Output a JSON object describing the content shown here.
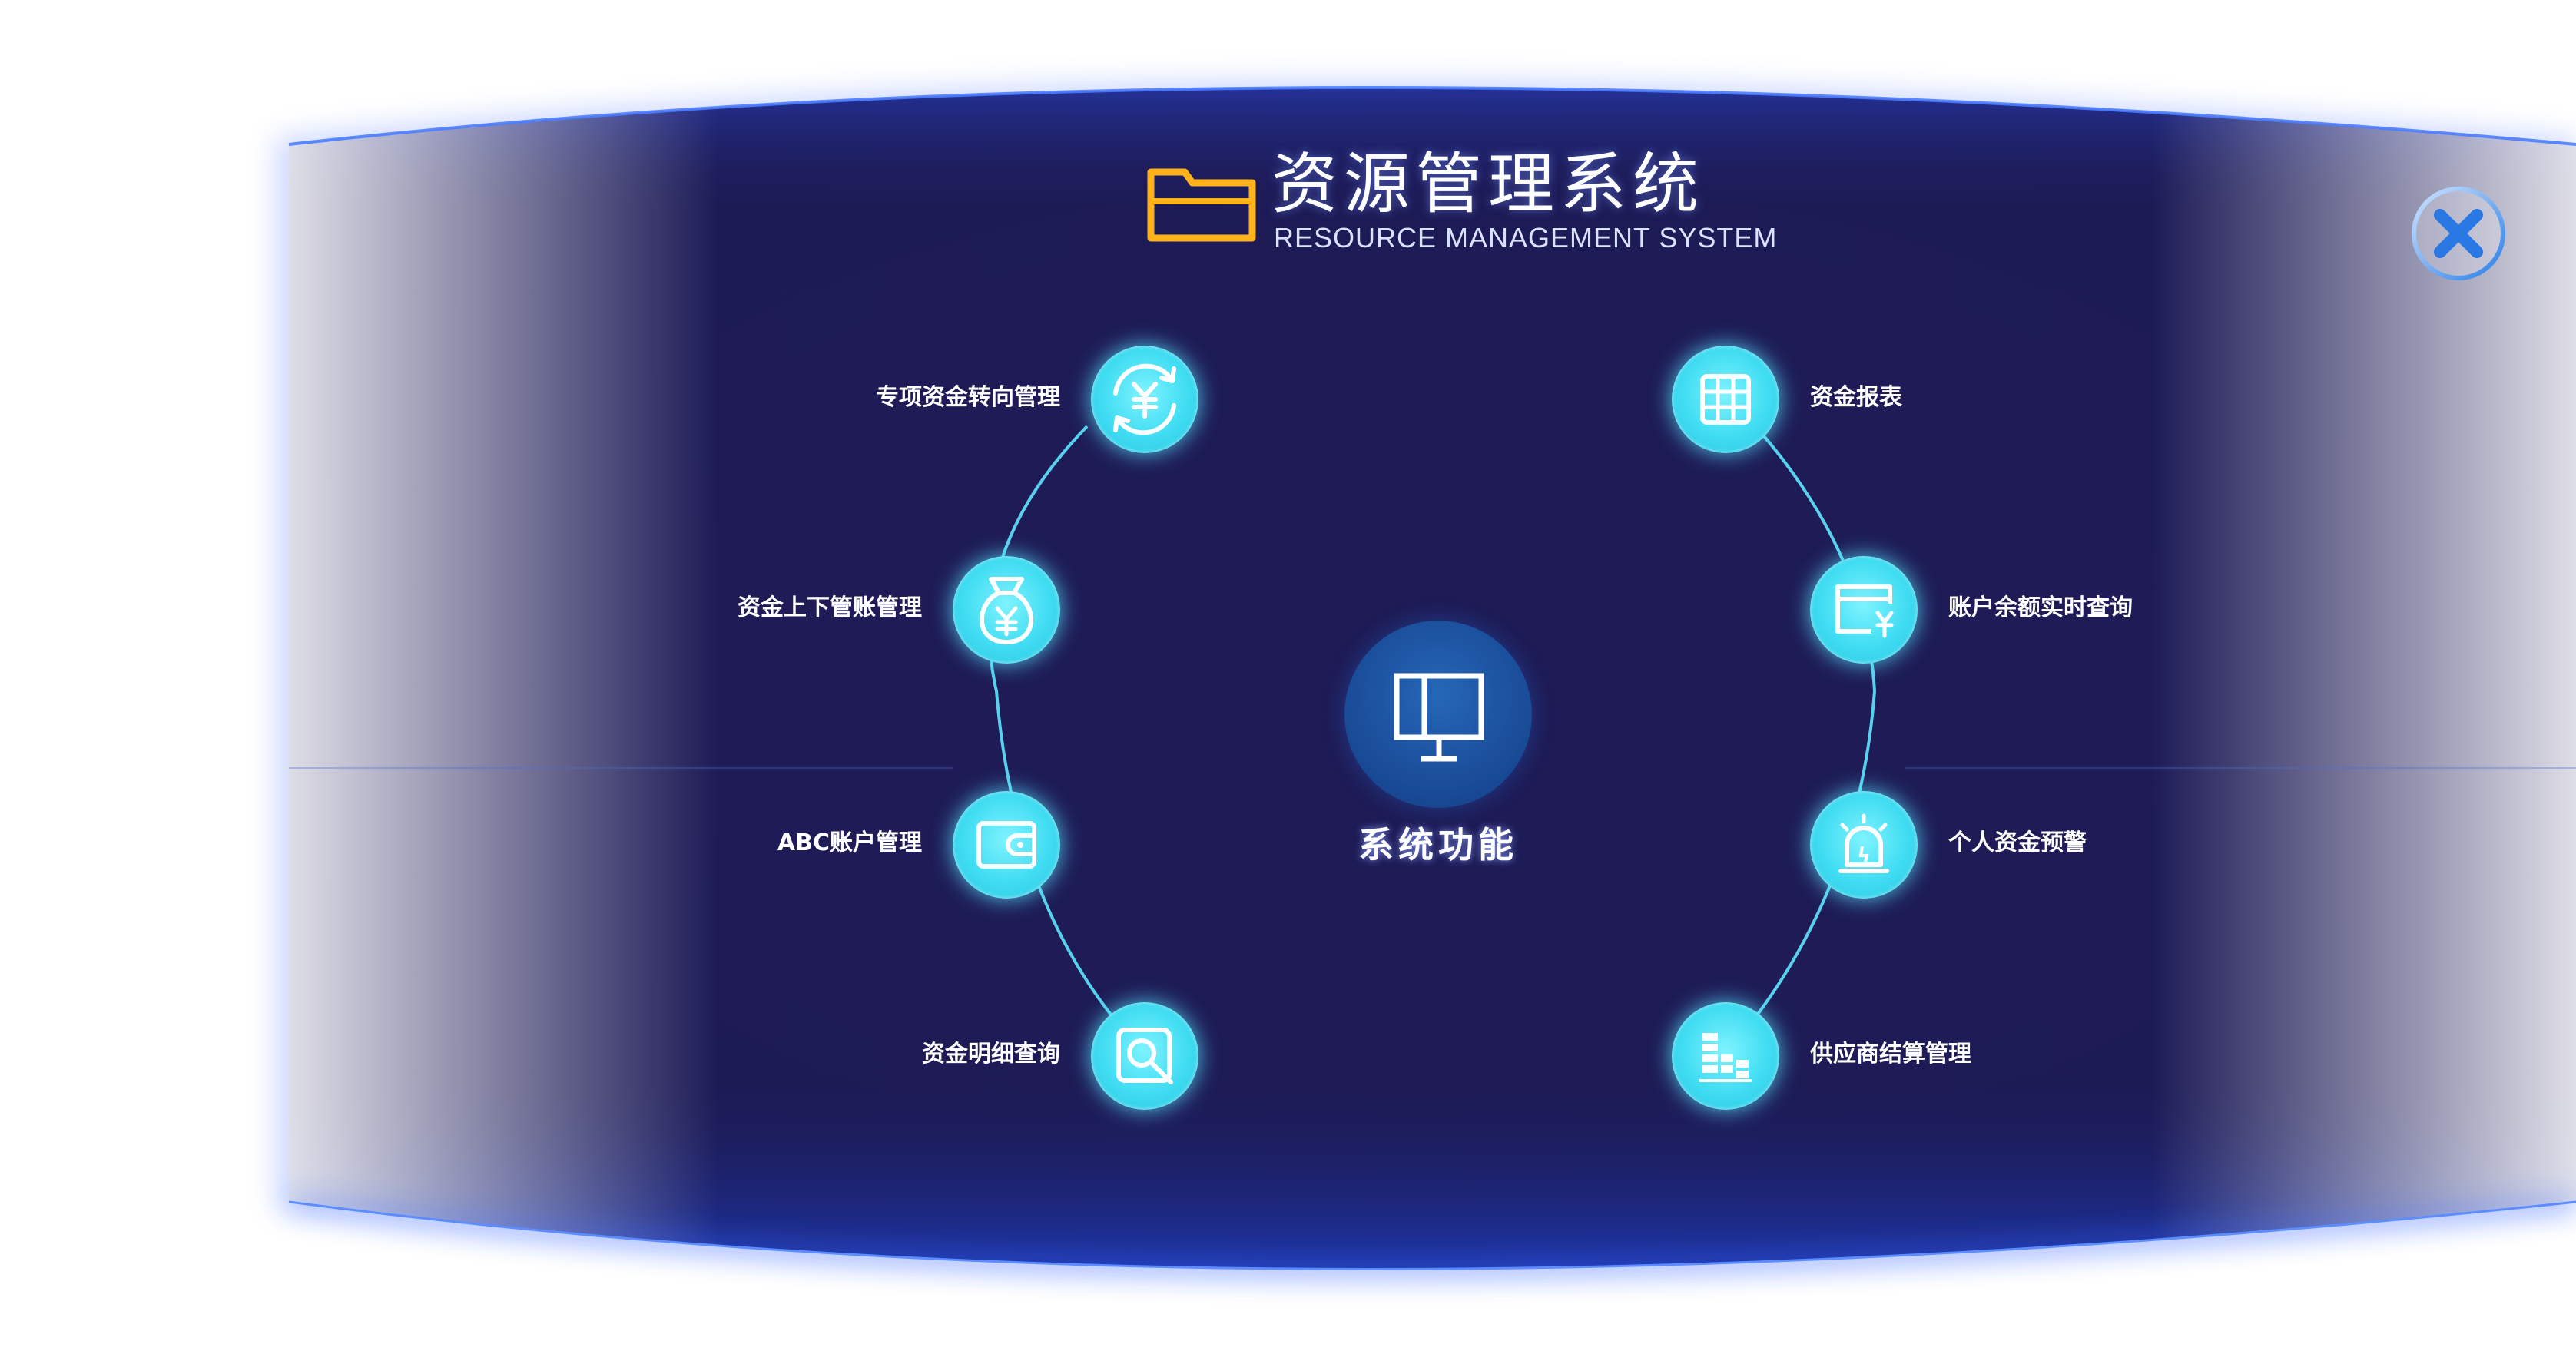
{
  "header": {
    "title_cn": "资源管理系统",
    "title_en": "RESOURCE MANAGEMENT SYSTEM",
    "logo_icon": "folder-icon"
  },
  "close_button": {
    "icon": "close-icon"
  },
  "center": {
    "label": "系统功能",
    "icon": "monitor-icon"
  },
  "left_items": [
    {
      "label": "专项资金转向管理",
      "icon": "yuan-exchange-icon"
    },
    {
      "label": "资金上下管账管理",
      "icon": "money-bag-icon"
    },
    {
      "label": "ABC账户管理",
      "icon": "wallet-icon"
    },
    {
      "label": "资金明细查询",
      "icon": "search-document-icon"
    }
  ],
  "right_items": [
    {
      "label": "资金报表",
      "icon": "table-icon"
    },
    {
      "label": "账户余额实时查询",
      "icon": "card-yuan-icon"
    },
    {
      "label": "个人资金预警",
      "icon": "alarm-light-icon"
    },
    {
      "label": "供应商结算管理",
      "icon": "bar-stack-icon"
    }
  ],
  "colors": {
    "panel_bg": "#1d1b57",
    "accent_cyan": "#3fdcf2",
    "folder_orange": "#ffb21a",
    "edge_blue": "#1f44e0"
  }
}
